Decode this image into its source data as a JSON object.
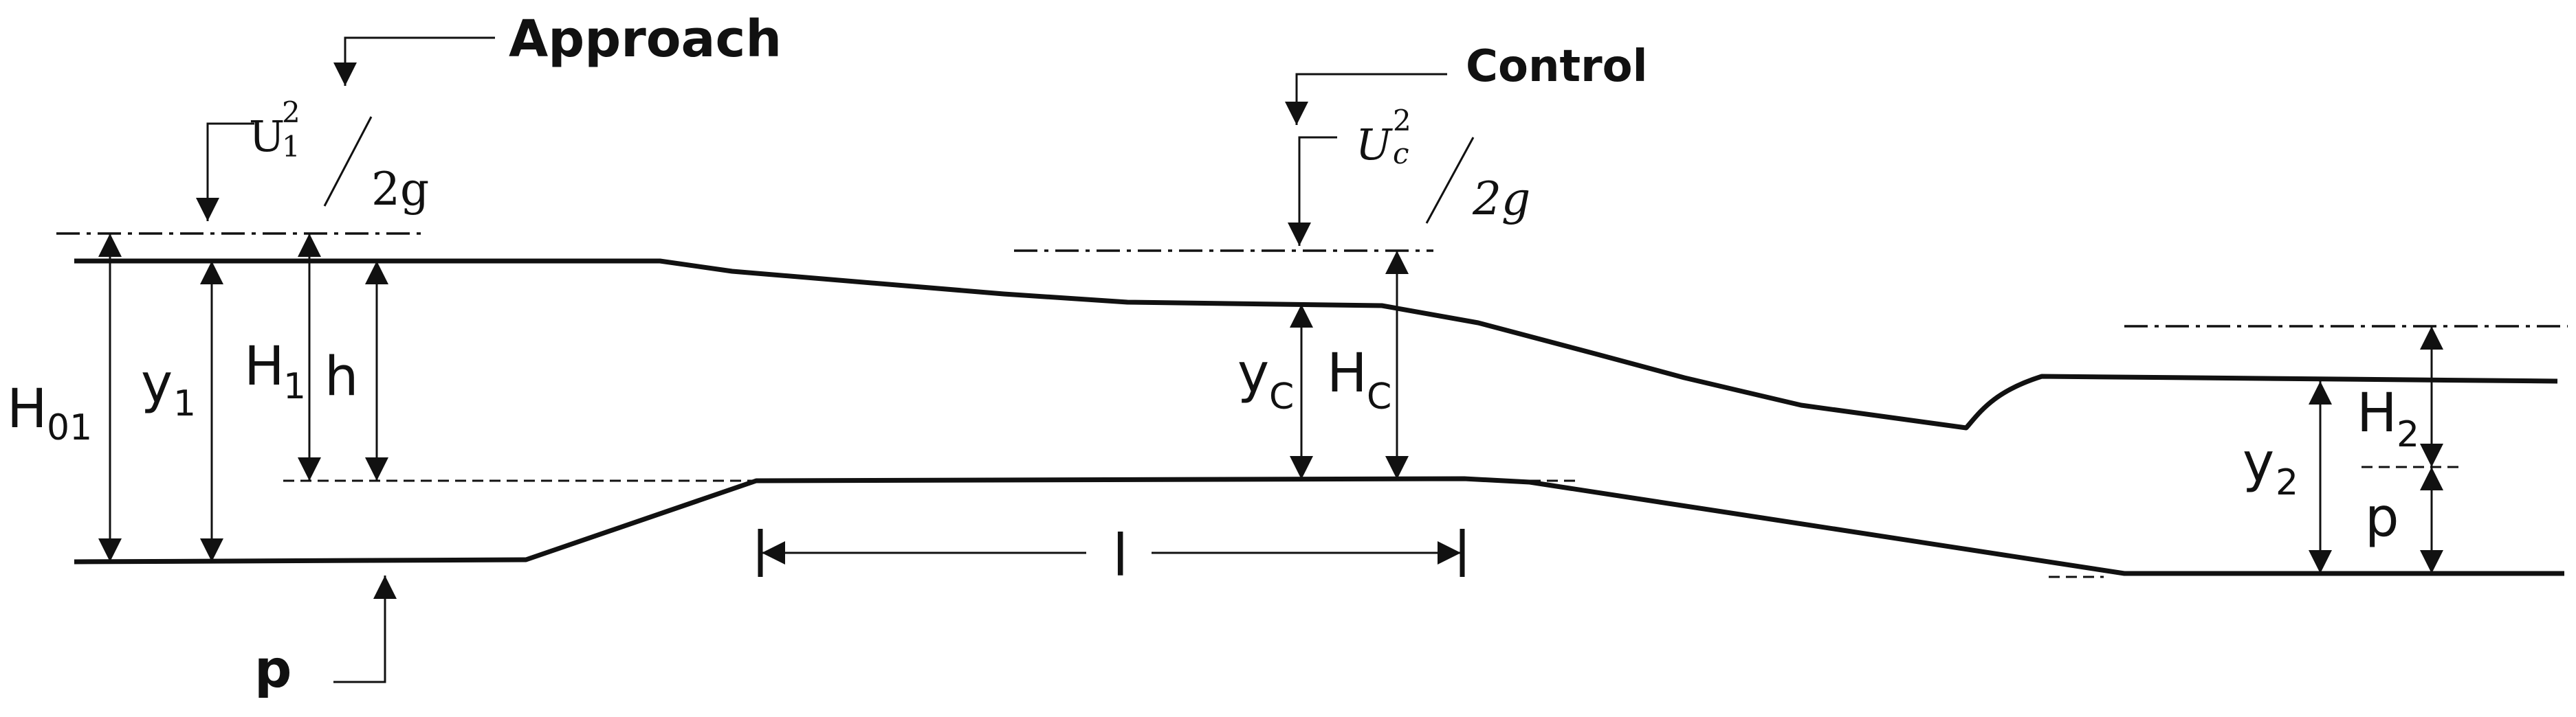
{
  "labels": {
    "approach": "Approach",
    "control": "Control",
    "p_bottom": "p",
    "H01_main": "H",
    "H01_sub": "01",
    "y1_main": "y",
    "y1_sub": "1",
    "H1_main": "H",
    "H1_sub": "1",
    "h": "h",
    "yc_main": "y",
    "yc_sub": "C",
    "Hc_main": "H",
    "Hc_sub": "C",
    "y2_main": "y",
    "y2_sub": "2",
    "H2_main": "H",
    "H2_sub": "2",
    "p_right": "p",
    "l": "l",
    "U1": "U",
    "U1_sup": "2",
    "U1_sub": "1",
    "U1_den": "2g",
    "Uc": "U",
    "Uc_sup": "2",
    "Uc_sub": "c",
    "Uc_den": "2g"
  },
  "colors": {
    "ink": "#111111",
    "background": "#ffffff"
  }
}
